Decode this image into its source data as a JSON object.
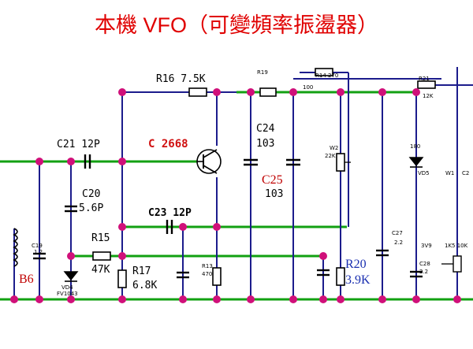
{
  "title": "本機 VFO（可變頻率振盪器）",
  "colors": {
    "wire_green": "#12a012",
    "wire_blue": "#1c1c8c",
    "node": "#d0107a",
    "title_red": "#e00000",
    "label_red": "#d01010",
    "label_blue": "#1a2fb0"
  },
  "labels": {
    "r16": "R16 7.5K",
    "r19": "R19",
    "r14": "R14 270",
    "r14_value": "100",
    "r21": "R21",
    "r21_value": "12K",
    "c21": "C21 12P",
    "transistor": "C 2668",
    "c24": "C24",
    "c24_value": "103",
    "c25": "C25",
    "c25_value": "103",
    "w2": "W2",
    "w2_value": "22K",
    "d180": "180",
    "vd5": "VD5",
    "w1": "W1",
    "c2": "C2",
    "c20": "C20",
    "c20_value": "5.6P",
    "c23": "C23 12P",
    "c27": "C27",
    "c27_value": "2.2",
    "c19": "C19",
    "c19_value": "1.2",
    "r15": "R15",
    "r15_value": "47K",
    "r17": "R17",
    "r17_value": "6.8K",
    "r13": "R13",
    "r13_value": "470",
    "r20": "R20",
    "r20_value": "3.9K",
    "c28": "C28",
    "c28_value": "2.2",
    "vd4": "VD4",
    "vd4_part": "FV1043",
    "b6": "B6",
    "v3": "3V9",
    "pot": "1K5 10K"
  }
}
